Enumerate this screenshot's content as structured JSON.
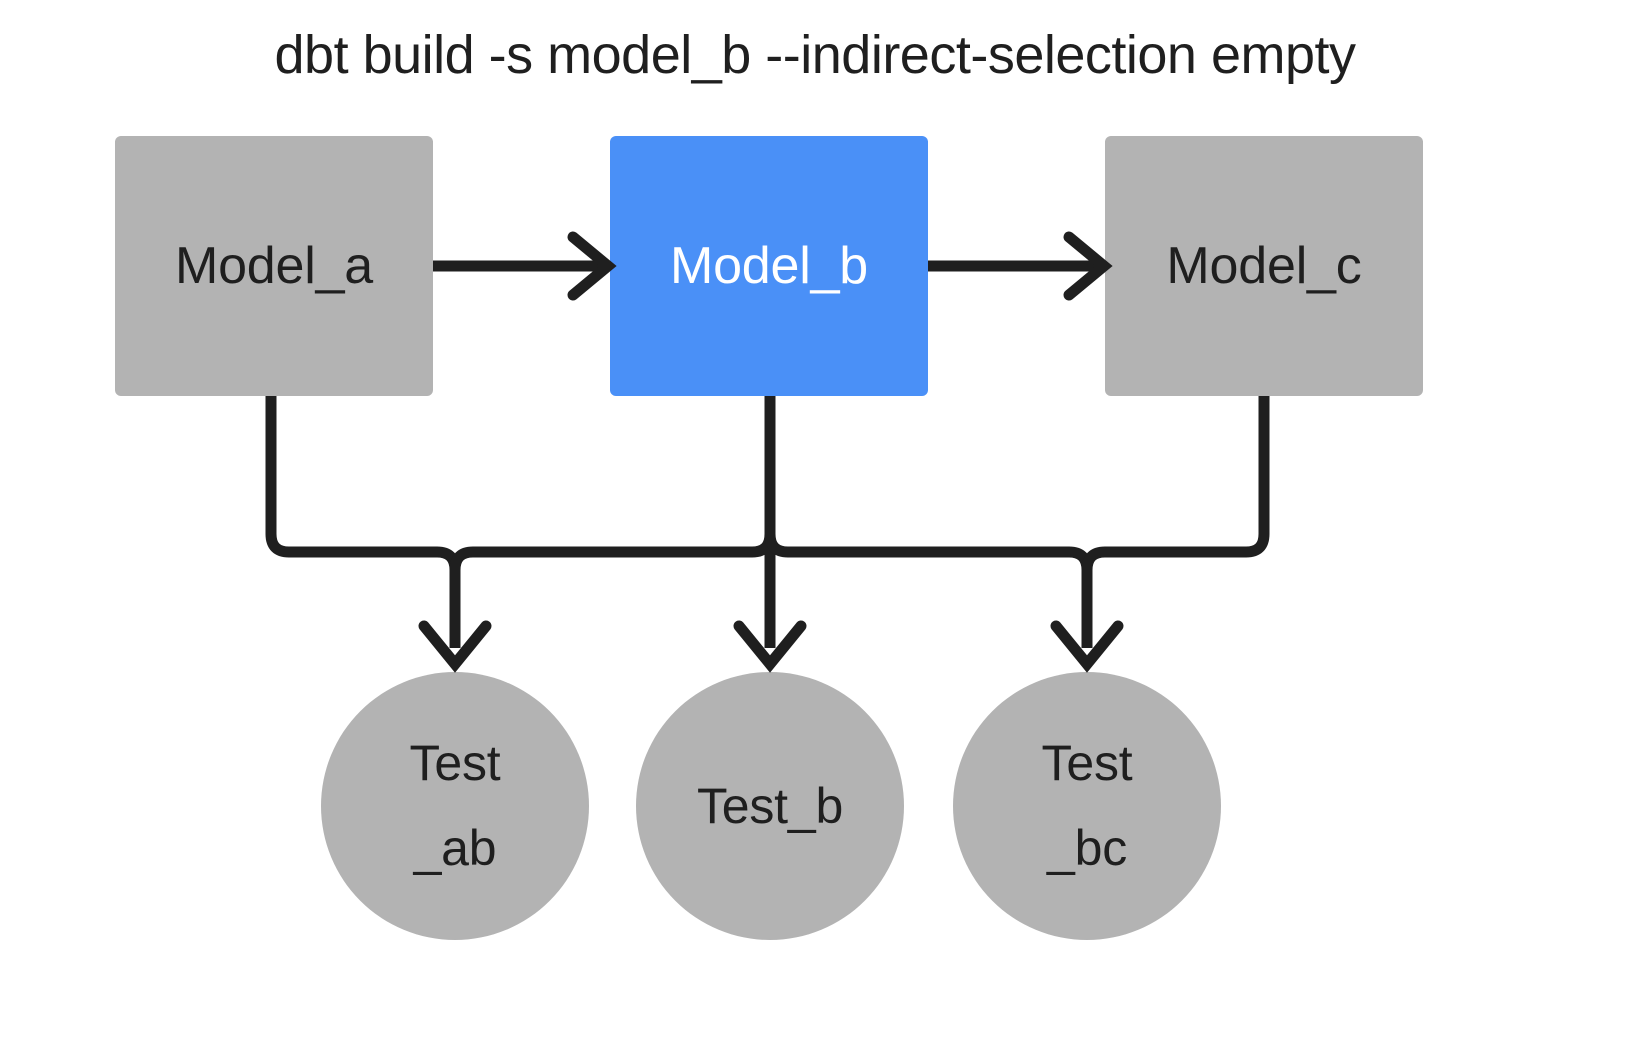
{
  "diagram": {
    "title": "dbt build -s model_b --indirect-selection empty",
    "background_color": "#ffffff",
    "edge_color": "#1f1f1f",
    "node_default_color": "#b3b3b3",
    "node_selected_color": "#4a90f7",
    "text_color": "#1f1f1f",
    "text_on_accent_color": "#ffffff",
    "models": [
      {
        "id": "model_a",
        "label": "Model_a",
        "shape": "rectangle",
        "selected": false
      },
      {
        "id": "model_b",
        "label": "Model_b",
        "shape": "rectangle",
        "selected": true
      },
      {
        "id": "model_c",
        "label": "Model_c",
        "shape": "rectangle",
        "selected": false
      }
    ],
    "tests": [
      {
        "id": "test_ab",
        "label_lines": [
          "Test",
          "_ab"
        ],
        "shape": "circle",
        "selected": false
      },
      {
        "id": "test_b",
        "label_lines": [
          "Test_b"
        ],
        "shape": "circle",
        "selected": false
      },
      {
        "id": "test_bc",
        "label_lines": [
          "Test",
          "_bc"
        ],
        "shape": "circle",
        "selected": false
      }
    ],
    "edges": [
      {
        "from": "model_a",
        "to": "model_b",
        "direction": "right"
      },
      {
        "from": "model_b",
        "to": "model_c",
        "direction": "right"
      },
      {
        "from": "model_a",
        "to": "test_ab",
        "direction": "down"
      },
      {
        "from": "model_b",
        "to": "test_ab",
        "direction": "down"
      },
      {
        "from": "model_b",
        "to": "test_b",
        "direction": "down"
      },
      {
        "from": "model_b",
        "to": "test_bc",
        "direction": "down"
      },
      {
        "from": "model_c",
        "to": "test_bc",
        "direction": "down"
      }
    ]
  }
}
